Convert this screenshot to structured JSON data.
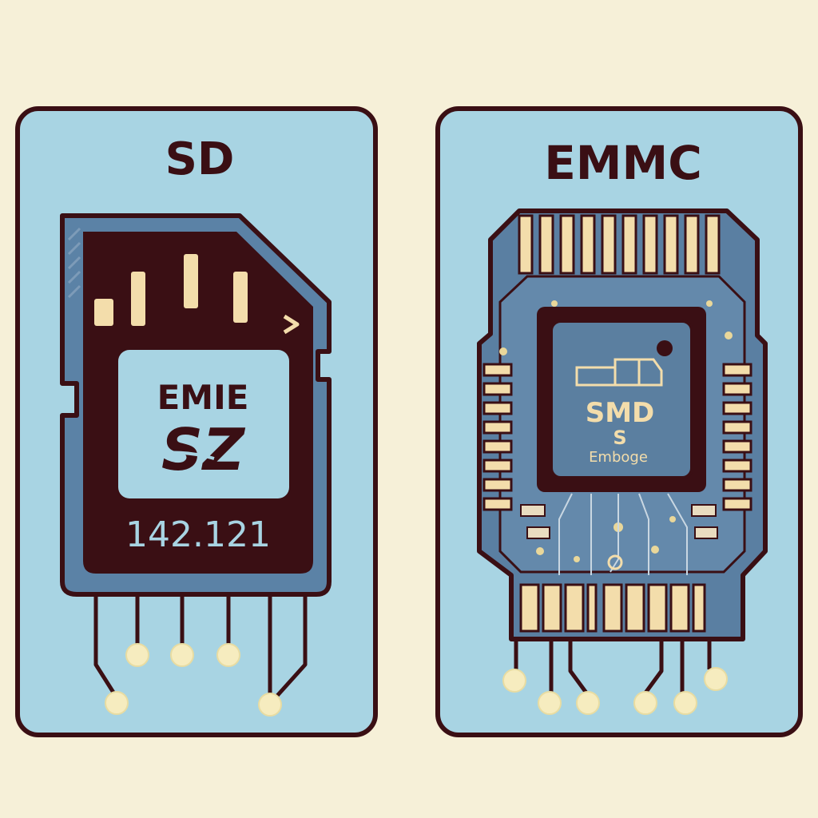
{
  "colors": {
    "background": "#f6f0d8",
    "panel": "#a8d4e3",
    "outline": "#3a0f14",
    "card_body": "#3a0f14",
    "card_edge": "#5b82a6",
    "label_bg": "#a8d4e3",
    "contact": "#f3ddab",
    "board": "#5a7fa2",
    "chip": "#5b7fa0",
    "pin": "#f3ddab"
  },
  "left_panel": {
    "title": "SD",
    "card": {
      "brand_line1": "EMIE",
      "brand_line2": "SZ",
      "serial": "142.121"
    }
  },
  "right_panel": {
    "title": "EMMC",
    "chip": {
      "line1": "SMD",
      "line2": "S",
      "line3": "Emboge"
    }
  }
}
